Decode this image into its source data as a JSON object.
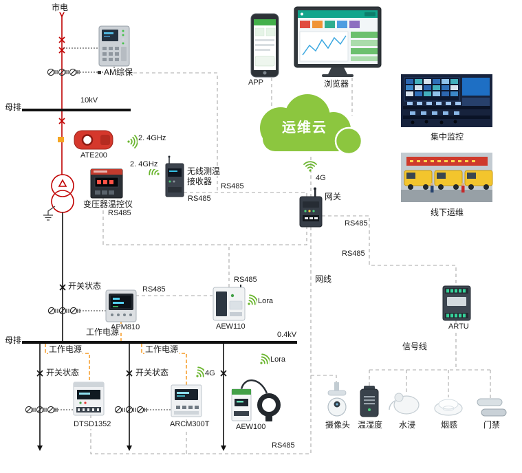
{
  "colors": {
    "brand_green": "#8cc63f",
    "hv_line_red": "#c00000",
    "power_orange": "#f59a23",
    "comm_dash_gray": "#a8a8a8"
  },
  "labels": {
    "mains": "市电",
    "hv": "10kV",
    "lv": "0.4kV",
    "busbar": "母排",
    "switch_status": "开关状态",
    "working_power": "工作电源",
    "rs485": "RS485",
    "ethernet_cable": "网线",
    "signal_cable": "信号线",
    "g4": "4G",
    "ghz24": "2. 4GHz",
    "lora": "Lora",
    "cloud": "运维云",
    "app": "APP",
    "browser": "浏览器",
    "gateway": "网关",
    "central_monitoring": "集中监控",
    "field_ops": "线下运维"
  },
  "devices": {
    "protection_relay": "AM综保",
    "wireless_temp_sensor": "ATE200",
    "transformer_temp_controller": "变压器温控仪",
    "wireless_temp_receiver_line1": "无线测温",
    "wireless_temp_receiver_line2": "接收器",
    "multifunction_meter": "APM810",
    "lora_module": "AEW110",
    "energy_meter": "DTSD1352",
    "fire_monitor": "ARCM300T",
    "wireless_meter": "AEW100",
    "remote_terminal": "ARTU"
  },
  "sensors": {
    "camera": "摄像头",
    "temp_humidity": "温湿度",
    "water_leak": "水浸",
    "smoke": "烟感",
    "door_access": "门禁"
  }
}
